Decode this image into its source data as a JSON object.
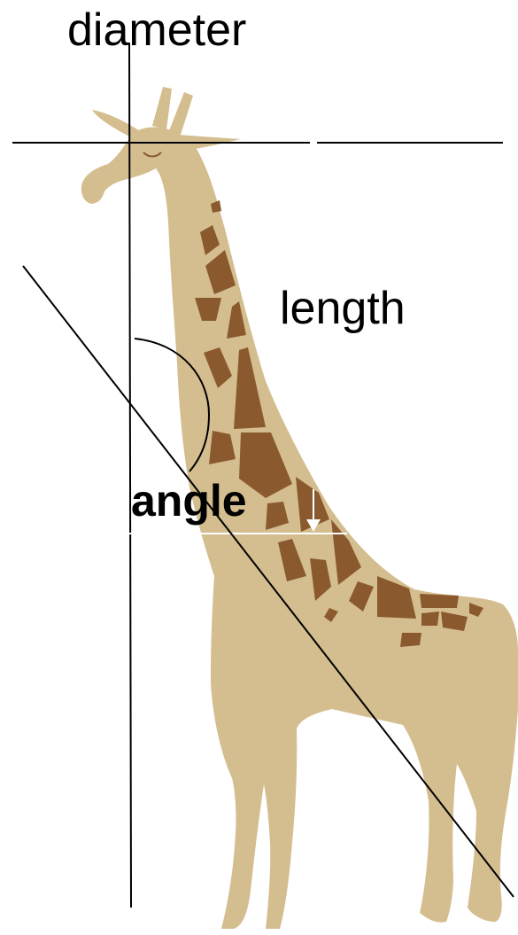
{
  "labels": {
    "diameter": "diameter",
    "length": "length",
    "angle": "angle"
  },
  "colors": {
    "body": "#D4BE8F",
    "spots": "#8A5A2E",
    "lines": "#000000",
    "background": "#FFFFFF"
  }
}
